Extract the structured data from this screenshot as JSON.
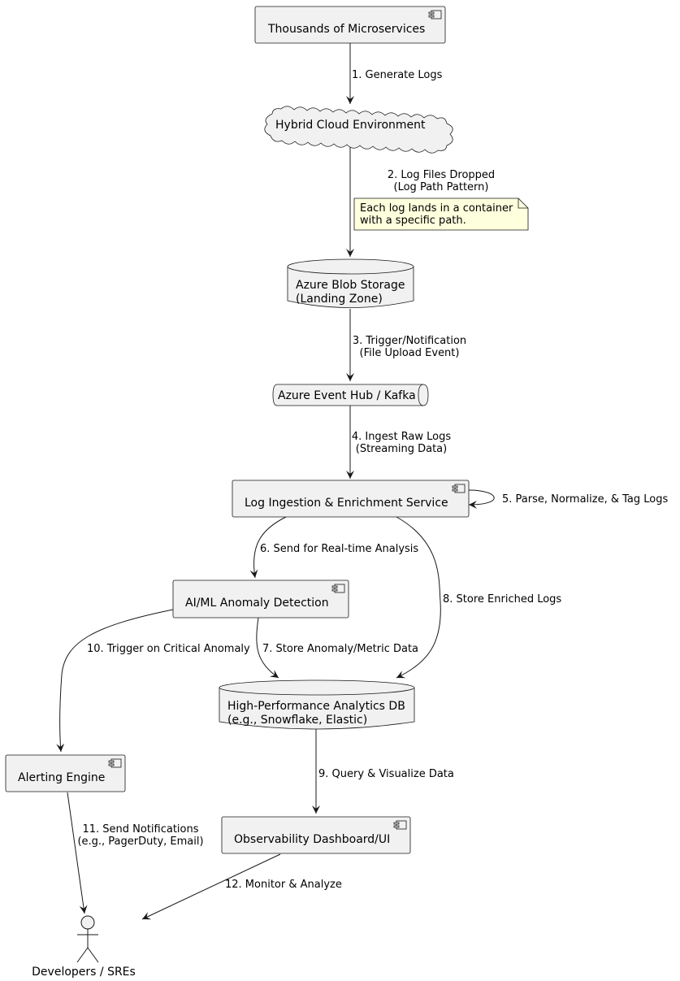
{
  "nodes": {
    "microservices": {
      "label": "Thousands of Microservices"
    },
    "hybrid_cloud": {
      "label": "Hybrid Cloud Environment"
    },
    "blob_storage": {
      "line1": "Azure Blob Storage",
      "line2": "(Landing Zone)"
    },
    "event_hub": {
      "label": "Azure Event Hub / Kafka"
    },
    "ingestion": {
      "label": "Log Ingestion & Enrichment Service"
    },
    "anomaly": {
      "label": "AI/ML Anomaly Detection"
    },
    "analytics_db": {
      "line1": "High-Performance Analytics DB",
      "line2": "(e.g., Snowflake, Elastic)"
    },
    "alerting": {
      "label": "Alerting Engine"
    },
    "dashboard": {
      "label": "Observability Dashboard/UI"
    },
    "developers": {
      "label": "Developers / SREs"
    }
  },
  "edges": {
    "e1": {
      "line1": "1. Generate Logs"
    },
    "e2": {
      "line1": "2. Log Files Dropped",
      "line2": "(Log Path Pattern)"
    },
    "e3": {
      "line1": "3. Trigger/Notification",
      "line2": "(File Upload Event)"
    },
    "e4": {
      "line1": "4. Ingest Raw Logs",
      "line2": "(Streaming Data)"
    },
    "e5": {
      "line1": "5. Parse, Normalize, & Tag Logs"
    },
    "e6": {
      "line1": "6. Send for Real-time Analysis"
    },
    "e7": {
      "line1": "7. Store Anomaly/Metric Data"
    },
    "e8": {
      "line1": "8. Store Enriched Logs"
    },
    "e9": {
      "line1": "9. Query & Visualize Data"
    },
    "e10": {
      "line1": "10. Trigger on Critical Anomaly"
    },
    "e11": {
      "line1": "11. Send Notifications",
      "line2": "(e.g., PagerDuty, Email)"
    },
    "e12": {
      "line1": "12. Monitor & Analyze"
    }
  },
  "note": {
    "line1": "Each log lands in a container",
    "line2": "with a specific path."
  },
  "colors": {
    "node_fill": "#f1f1f1",
    "node_stroke": "#181818",
    "note_fill": "#feffdd",
    "line": "#181818"
  }
}
